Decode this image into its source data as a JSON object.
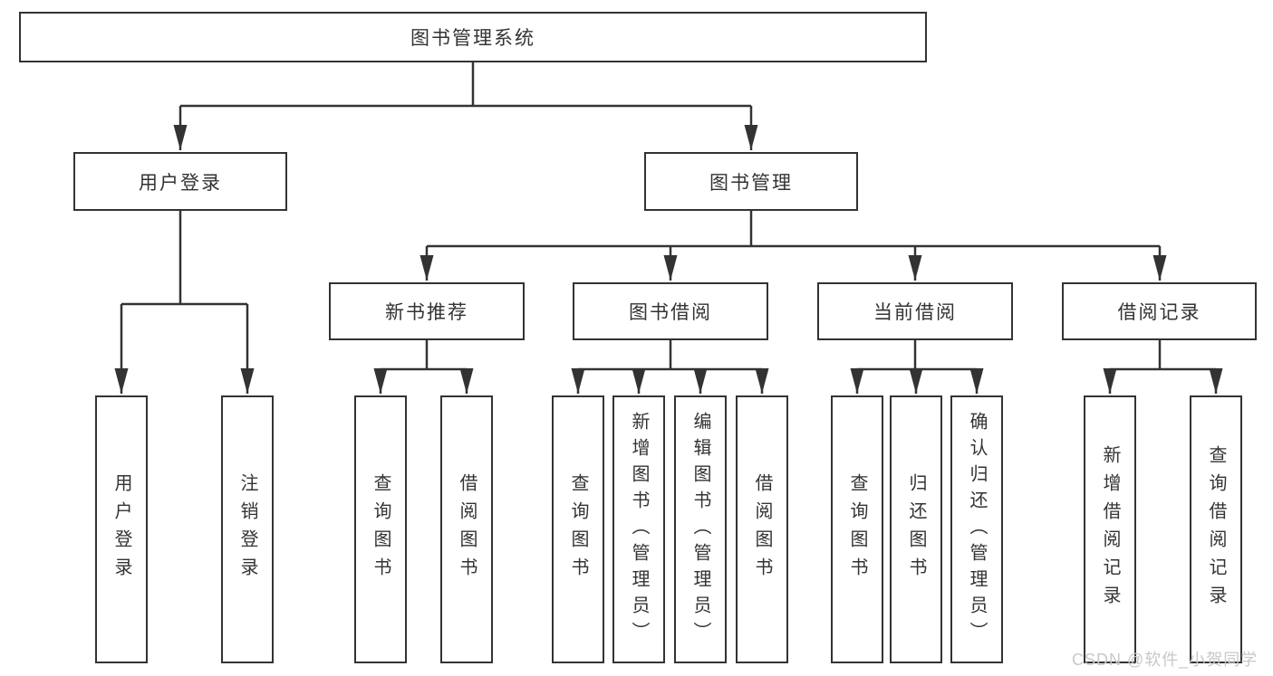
{
  "diagram": {
    "type": "hierarchy-tree",
    "colors": {
      "line": "#333333",
      "text": "#333333",
      "box_background": "#ffffff",
      "watermark": "#c8c8c8"
    },
    "nodes": {
      "root": "图书管理系统",
      "user_login": "用户登录",
      "book_mgmt": "图书管理",
      "new_book_rec": "新书推荐",
      "book_borrow": "图书借阅",
      "current_borrow": "当前借阅",
      "borrow_records": "借阅记录",
      "leaf_user_login": "用户登录",
      "leaf_logout": "注销登录",
      "leaf_nb_query": "查询图书",
      "leaf_nb_borrow": "借阅图书",
      "leaf_bb_query": "查询图书",
      "leaf_bb_add": "新增图书（管理员）",
      "leaf_bb_edit": "编辑图书（管理员）",
      "leaf_bb_borrow": "借阅图书",
      "leaf_cb_query": "查询图书",
      "leaf_cb_return": "归还图书",
      "leaf_cb_confirm": "确认归还（管理员）",
      "leaf_br_add": "新增借阅记录",
      "leaf_br_query": "查询借阅记录"
    },
    "watermark": "CSDN @软件_小贺同学"
  }
}
